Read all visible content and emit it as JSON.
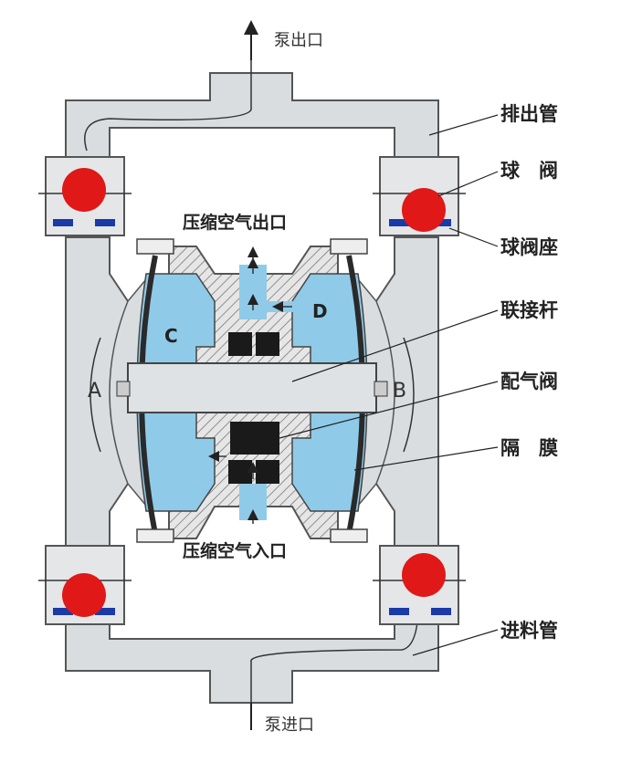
{
  "labels": {
    "pump_outlet": "泵出口",
    "discharge_pipe": "排出管",
    "ball_valve": "球　阀",
    "ball_valve_seat": "球阀座",
    "air_outlet": "压缩空气出口",
    "connecting_rod": "联接杆",
    "air_distribution_valve": "配气阀",
    "diaphragm": "隔　膜",
    "air_inlet": "压缩空气入口",
    "feed_pipe": "进料管",
    "pump_inlet": "泵进口",
    "chamber_a": "A",
    "chamber_b": "B",
    "air_chamber_c": "C",
    "air_chamber_d": "D"
  },
  "colors": {
    "pipe_fill": "#d9dde0",
    "pipe_stroke": "#555555",
    "air_blue": "#8fcbe8",
    "ball_red": "#e01818",
    "seat_blue": "#1a3aa8",
    "valve_black": "#1a1a1a",
    "hatch": "#777777"
  }
}
